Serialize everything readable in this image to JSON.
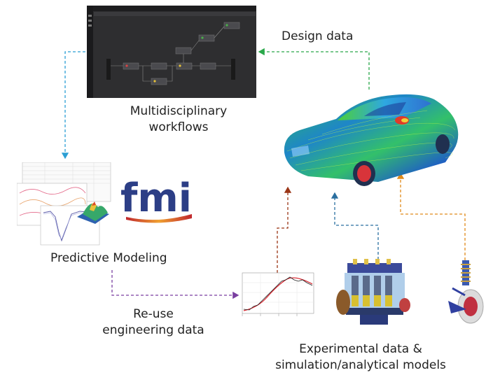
{
  "labels": {
    "design_data": "Design data",
    "workflows": [
      "Multidisciplinary",
      "workflows"
    ],
    "predictive": "Predictive Modeling",
    "reuse": [
      "Re-use",
      "engineering data"
    ],
    "experimental": [
      "Experimental data &",
      "simulation/analytical models"
    ]
  },
  "logo": {
    "text": "fmi"
  },
  "colors": {
    "design_arrow": "#2aa84a",
    "workflow_arrow": "#2b9fd4",
    "reuse_arrow": "#7a3fa0",
    "curve_arrow": "#9a3516",
    "engine_arrow": "#2a6fa0",
    "suspension_arrow": "#e08a1a",
    "logo_blue": "#2c3e86"
  }
}
